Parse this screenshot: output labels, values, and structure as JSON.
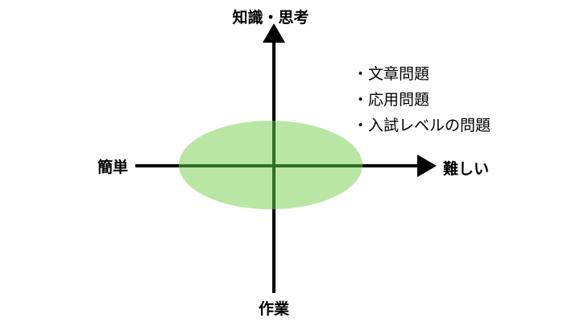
{
  "axes": {
    "top_label": "知識・思考",
    "bottom_label": "作業",
    "left_label": "簡単",
    "right_label": "難しい"
  },
  "bullets": [
    "・文章問題",
    "・応用問題",
    "・入試レベルの問題"
  ],
  "colors": {
    "axis": "#000000",
    "ellipse_fill": "#b9e6a2",
    "axis_inside_ellipse": "#2f6f2a"
  }
}
